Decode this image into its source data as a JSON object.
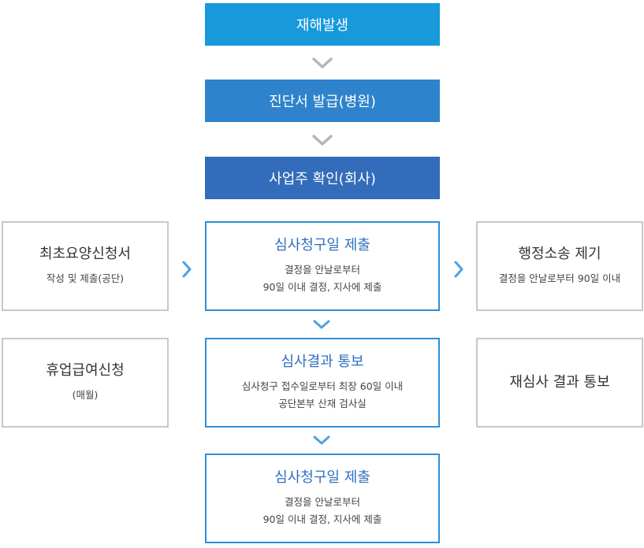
{
  "steps": {
    "s1": {
      "title": "재해발생"
    },
    "s2": {
      "title": "진단서 발급(병원)"
    },
    "s3": {
      "title": "사업주 확인(회사)"
    },
    "s4": {
      "title": "심사청구일 제출",
      "line1": "결정을 안날로부터",
      "line2": "90일 이내 결정, 지사에 제출"
    },
    "s5": {
      "title": "심사결과 통보",
      "line1": "심사청구 접수일로부터 최장 60일 이내",
      "line2": "공단본부 산재 검사실"
    },
    "s6": {
      "title": "심사청구일 제출",
      "line1": "결정을 안날로부터",
      "line2": "90일 이내 결정, 지사에 제출"
    }
  },
  "side": {
    "left1": {
      "title": "최초요양신청서",
      "line1": "작성 및 제출(공단)"
    },
    "left2": {
      "title": "휴업급여신청",
      "line1": "(매월)"
    },
    "right1": {
      "title": "행정소송 제기",
      "line1": "결정을 안날로부터 90일 이내"
    },
    "right2": {
      "title": "재심사 결과 통보"
    }
  },
  "colors": {
    "step1": "#1799dc",
    "step2": "#2f83cc",
    "step3": "#336cba",
    "accent_border": "#2f8fd6",
    "gray_border": "#c8c8c8",
    "arrow_gray": "#b5b5b5",
    "arrow_blue": "#4aa3e0"
  },
  "icons": {
    "down_gray": "chevron-down-icon",
    "down_blue": "chevron-down-icon",
    "right_blue": "chevron-right-icon"
  }
}
